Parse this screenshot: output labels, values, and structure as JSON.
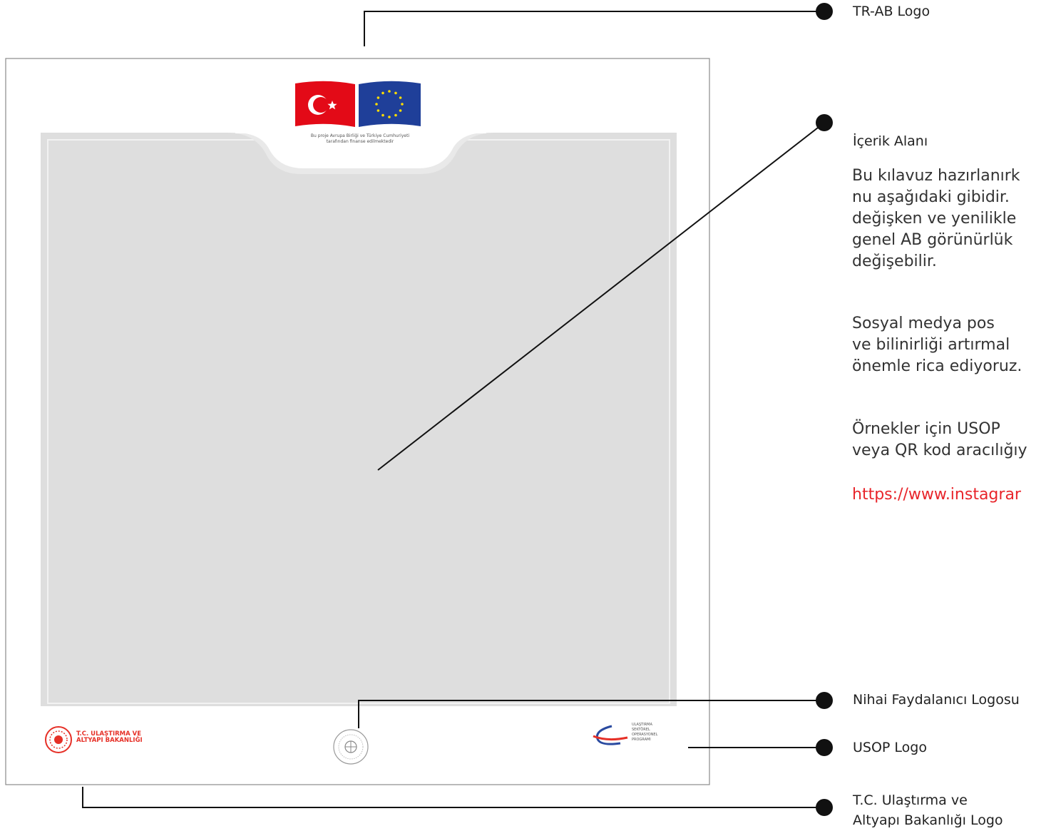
{
  "callouts": {
    "tr_ab_logo": "TR-AB Logo",
    "content_area": "İçerik Alanı",
    "beneficiary_logo": "Nihai Faydalanıcı Logosu",
    "usop_logo": "USOP Logo",
    "ministry_logo_line1": "T.C. Ulaştırma ve",
    "ministry_logo_line2": "Altyapı Bakanlığı Logo"
  },
  "description": {
    "p1": [
      "Bu kılavuz hazırlanırk",
      "nu aşağıdaki gibidir.",
      "değişken ve yenilikle",
      "genel AB görünürlük",
      "değişebilir."
    ],
    "p2": [
      "Sosyal medya pos",
      "ve bilinirliği artırmal",
      "önemle rica ediyoruz."
    ],
    "p3": [
      "Örnekler için USOP",
      "veya QR kod aracılığıy"
    ],
    "link": "https://www.instagrar"
  },
  "template": {
    "flag_caption_line1": "Bu proje Avrupa Birliği ve Türkiye Cumhuriyeti",
    "flag_caption_line2": "tarafından finanse edilmektedir",
    "ministry_name_line1": "T.C. ULAŞTIRMA VE",
    "ministry_name_line2": "ALTYAPI BAKANLIĞI",
    "usop_name": [
      "ULAŞTIRMA",
      "SEKTÖREL",
      "OPERASYONEL",
      "PROGRAMI"
    ]
  },
  "colors": {
    "content_area": "#dedede",
    "turkish_red": "#e30a17",
    "eu_blue": "#1f3f99",
    "eu_star": "#ffdd00",
    "link_red": "#e8252b",
    "leader_line": "#111111"
  }
}
